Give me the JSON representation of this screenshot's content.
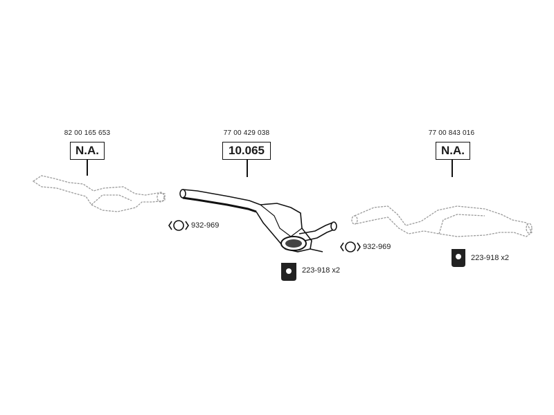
{
  "parts": [
    {
      "oem": "82 00 165 653",
      "code": "N.A."
    },
    {
      "oem": "77 00 429 038",
      "code": "10.065"
    },
    {
      "oem": "77 00 843 016",
      "code": "N.A."
    }
  ],
  "accessories": [
    {
      "label": "932-969",
      "icon": "clamp-icon"
    },
    {
      "label": "932-969",
      "icon": "clamp-icon"
    },
    {
      "label": "223-918 x2",
      "icon": "rubber-hanger-icon"
    },
    {
      "label": "223-918 x2",
      "icon": "rubber-hanger-icon"
    }
  ],
  "colors": {
    "line": "#111111",
    "faded": "#9a9a9a"
  }
}
